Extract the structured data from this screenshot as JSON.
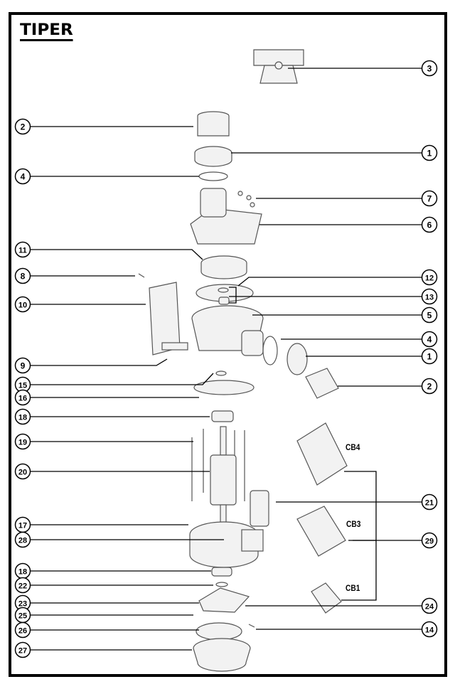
{
  "title": "TIPER",
  "callouts": [
    {
      "label": "3",
      "side": "right"
    },
    {
      "label": "2",
      "side": "left"
    },
    {
      "label": "1",
      "side": "right"
    },
    {
      "label": "4",
      "side": "left"
    },
    {
      "label": "7",
      "side": "right"
    },
    {
      "label": "6",
      "side": "right"
    },
    {
      "label": "11",
      "side": "left"
    },
    {
      "label": "8",
      "side": "left"
    },
    {
      "label": "12",
      "side": "right"
    },
    {
      "label": "10",
      "side": "left"
    },
    {
      "label": "13",
      "side": "right"
    },
    {
      "label": "5",
      "side": "right"
    },
    {
      "label": "4",
      "side": "right"
    },
    {
      "label": "1",
      "side": "right"
    },
    {
      "label": "9",
      "side": "left"
    },
    {
      "label": "15",
      "side": "left"
    },
    {
      "label": "2",
      "side": "right"
    },
    {
      "label": "16",
      "side": "left"
    },
    {
      "label": "18",
      "side": "left"
    },
    {
      "label": "19",
      "side": "left"
    },
    {
      "label": "20",
      "side": "left"
    },
    {
      "label": "21",
      "side": "right"
    },
    {
      "label": "17",
      "side": "left"
    },
    {
      "label": "28",
      "side": "left"
    },
    {
      "label": "29",
      "side": "right"
    },
    {
      "label": "18",
      "side": "left"
    },
    {
      "label": "22",
      "side": "left"
    },
    {
      "label": "23",
      "side": "left"
    },
    {
      "label": "24",
      "side": "right"
    },
    {
      "label": "25",
      "side": "left"
    },
    {
      "label": "14",
      "side": "right"
    },
    {
      "label": "26",
      "side": "left"
    },
    {
      "label": "27",
      "side": "left"
    }
  ],
  "control_boxes": [
    "CB4",
    "CB3",
    "CB1"
  ]
}
